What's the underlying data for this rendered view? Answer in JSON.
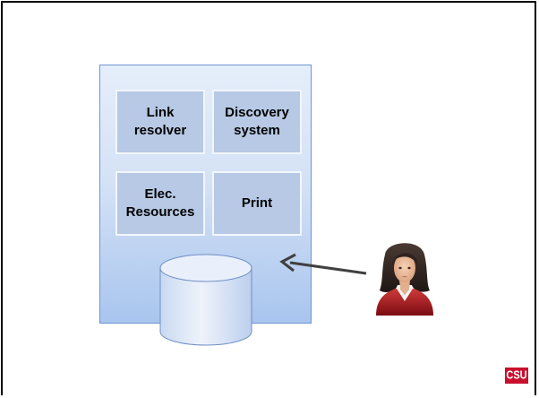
{
  "modules": {
    "link_resolver": "Link\nresolver",
    "discovery_system": "Discovery\nsystem",
    "elec_resources": "Elec.\nResources",
    "print": "Print"
  },
  "logo": {
    "text": "CSU"
  },
  "colors": {
    "container_top": "#e5eefa",
    "container_bottom": "#a9c5ee",
    "module_fill": "#b7c9e4",
    "arrow": "#404040",
    "logo_bg": "#c8102e"
  },
  "icons": [
    "database-icon",
    "user-icon",
    "arrow-icon"
  ]
}
